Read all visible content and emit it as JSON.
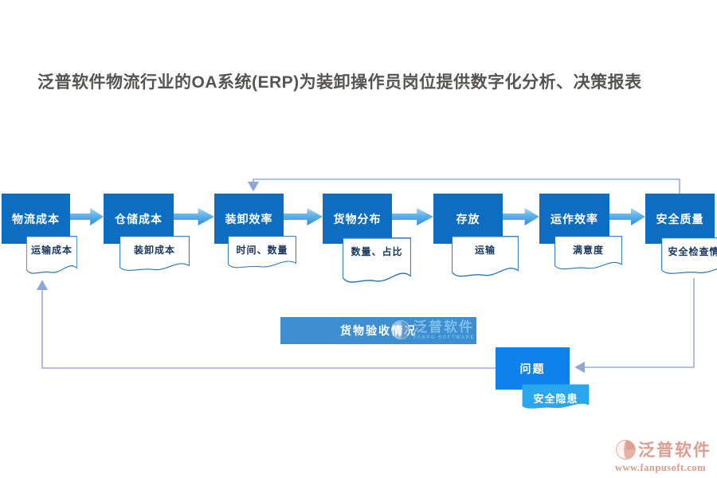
{
  "title": "泛普软件物流行业的OA系统(ERP)为装卸操作员岗位提供数字化分析、决策报表",
  "flow": {
    "steps": [
      {
        "label": "物流成本",
        "sub": "运输成本"
      },
      {
        "label": "仓储成本",
        "sub": "装卸成本"
      },
      {
        "label": "装卸效率",
        "sub": "时间、数量"
      },
      {
        "label": "货物分布",
        "sub": "数量、占比"
      },
      {
        "label": "存放",
        "sub": "运输"
      },
      {
        "label": "运作效率",
        "sub": "满意度"
      },
      {
        "label": "安全质量",
        "sub": "安全检查情况"
      }
    ]
  },
  "banner": {
    "label": "货物验收情况"
  },
  "issue_box": {
    "label": "问题"
  },
  "hazard_tag": {
    "label": "安全隐患"
  },
  "watermark": {
    "name": "泛普软件",
    "subtitle": "FANPU SOFTWARE"
  },
  "footer_logo": {
    "name": "泛普软件",
    "url": "www.fanpusoft.com"
  },
  "colors": {
    "step_box_blue": "#0d6dc0",
    "arrow_blue": "#4ba6e4",
    "banner_blue": "#3d8fd2",
    "issue_blue": "#0e82ea",
    "hazard_blue": "#29a6ec",
    "doc_border_blue": "#2e75b6",
    "doc_text_navy": "#17365d",
    "connector_periwinkle": "#9aaedb",
    "title_gray": "#565452",
    "logo_salmon": "#db9e92"
  }
}
